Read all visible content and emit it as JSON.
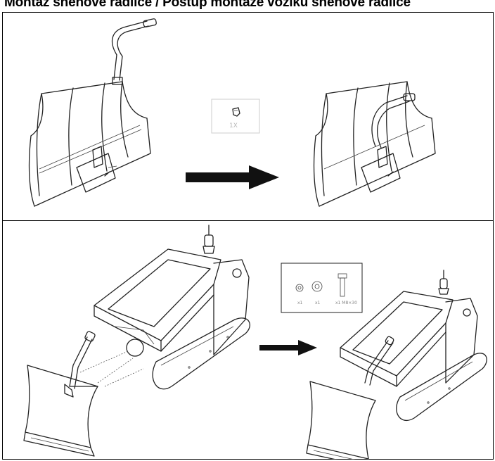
{
  "header": {
    "title": "Montáž sněhové radlice / Postup montáže vozíku sněhové radlice"
  },
  "step1": {
    "parts_box": {
      "quantity_label": "1X"
    }
  },
  "step2": {
    "parts_box": {
      "washer_label": "x1",
      "spring_washer_label": "x1",
      "bolt_label": "x1 M8×30"
    }
  },
  "icons": [
    "bracket-icon",
    "arrow-right-icon",
    "washer-icon",
    "bolt-icon"
  ]
}
